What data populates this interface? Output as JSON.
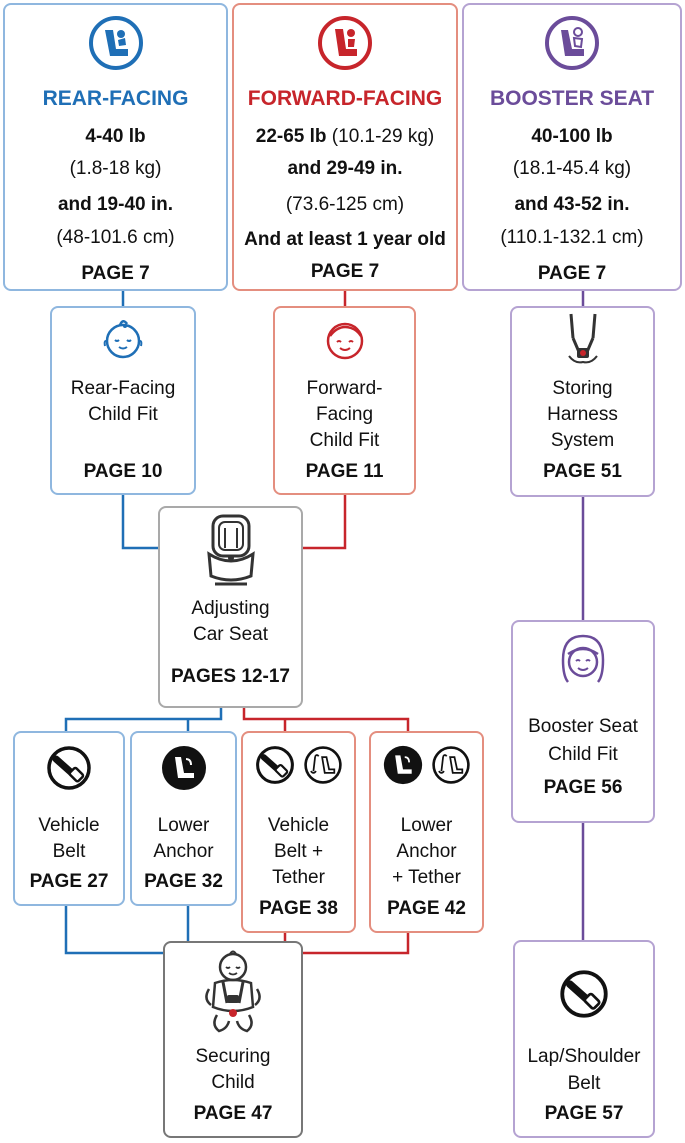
{
  "colors": {
    "blue": "#1f6fb6",
    "red": "#c7252b",
    "purple": "#6b4c9a",
    "gray": "#8a8a8a"
  },
  "top": [
    {
      "title": "REAR-FACING",
      "icon": "rear-facing-seat-icon",
      "lines": [
        "4-40 lb",
        "(1.8-18 kg)",
        "and 19-40 in.",
        "(48-101.6 cm)",
        "PAGE 7"
      ]
    },
    {
      "title": "FORWARD-FACING",
      "icon": "forward-facing-seat-icon",
      "line1_bold": "22-65 lb",
      "line1_rest": " (10.1-29 kg)",
      "lines": [
        "and 29-49 in.",
        "(73.6-125 cm)",
        "And at least 1 year old",
        "PAGE 7"
      ]
    },
    {
      "title": "BOOSTER SEAT",
      "icon": "booster-seat-icon",
      "lines": [
        "40-100 lb",
        "(18.1-45.4 kg)",
        "and 43-52 in.",
        "(110.1-132.1 cm)",
        "PAGE 7"
      ]
    }
  ],
  "rear_fit": {
    "l1": "Rear-Facing",
    "l2": "Child Fit",
    "page": "PAGE 10"
  },
  "forward_fit": {
    "l1": "Forward-",
    "l2": "Facing",
    "l3": "Child Fit",
    "page": "PAGE 11"
  },
  "storing": {
    "l1": "Storing",
    "l2": "Harness",
    "l3": "System",
    "page": "PAGE 51"
  },
  "adjust": {
    "l1": "Adjusting",
    "l2": "Car Seat",
    "page": "PAGES 12-17"
  },
  "vehicle_belt": {
    "l1": "Vehicle",
    "l2": "Belt",
    "page": "PAGE 27"
  },
  "lower_anchor": {
    "l1": "Lower",
    "l2": "Anchor",
    "page": "PAGE 32"
  },
  "vb_tether": {
    "l1": "Vehicle",
    "l2": "Belt +",
    "l3": "Tether",
    "page": "PAGE 38"
  },
  "la_tether": {
    "l1": "Lower",
    "l2": "Anchor",
    "l3": "+ Tether",
    "page": "PAGE 42"
  },
  "booster_fit": {
    "l1": "Booster Seat",
    "l2": "Child Fit",
    "page": "PAGE 56"
  },
  "securing": {
    "l1": "Securing",
    "l2": "Child",
    "page": "PAGE 47"
  },
  "lap": {
    "l1": "Lap/Shoulder",
    "l2": "Belt",
    "page": "PAGE 57"
  }
}
